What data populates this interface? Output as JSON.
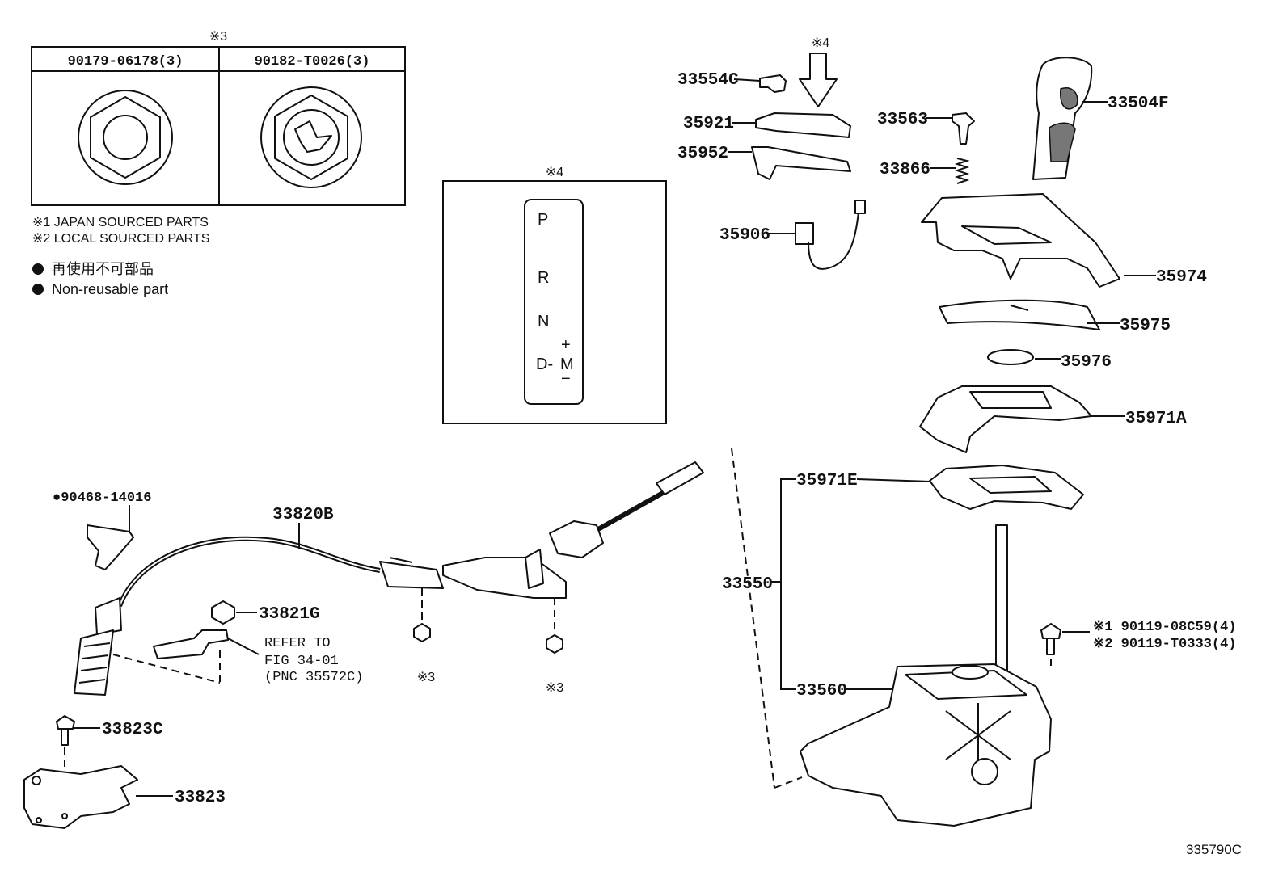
{
  "legend": {
    "table_header_mark": "※3",
    "col1_part": "90179-06178(3)",
    "col2_part": "90182-T0026(3)",
    "note1": "※1  JAPAN SOURCED PARTS",
    "note2": "※2  LOCAL SOURCED PARTS",
    "nonreusable_jp": "再使用不可部品",
    "nonreusable_en": "Non-reusable part"
  },
  "gate_panel": {
    "mark": "※4",
    "positions": [
      "P",
      "R",
      "N",
      "D-"
    ],
    "manual": "M",
    "plus": "+",
    "minus": "−"
  },
  "callouts": {
    "p33554c": "33554C",
    "mark4_top": "※4",
    "p35921": "35921",
    "p35952": "35952",
    "p33563": "33563",
    "p33866": "33866",
    "p33504f": "33504F",
    "p35906": "35906",
    "p35974": "35974",
    "p35975": "35975",
    "p35976": "35976",
    "p35971a": "35971A",
    "p35971e": "35971E",
    "p33550": "33550",
    "p33560": "33560",
    "p90468": "●90468-14016",
    "p33820b": "33820B",
    "p33821g": "33821G",
    "refer1": "REFER TO",
    "refer2": "FIG 34-01",
    "refer3": "(PNC 35572C)",
    "mark3_a": "※3",
    "mark3_b": "※3",
    "p33823c": "33823C",
    "p33823": "33823",
    "bolt1": "※1 90119-08C59(4)",
    "bolt2": "※2 90119-T0333(4)"
  },
  "figure_id": "335790C"
}
